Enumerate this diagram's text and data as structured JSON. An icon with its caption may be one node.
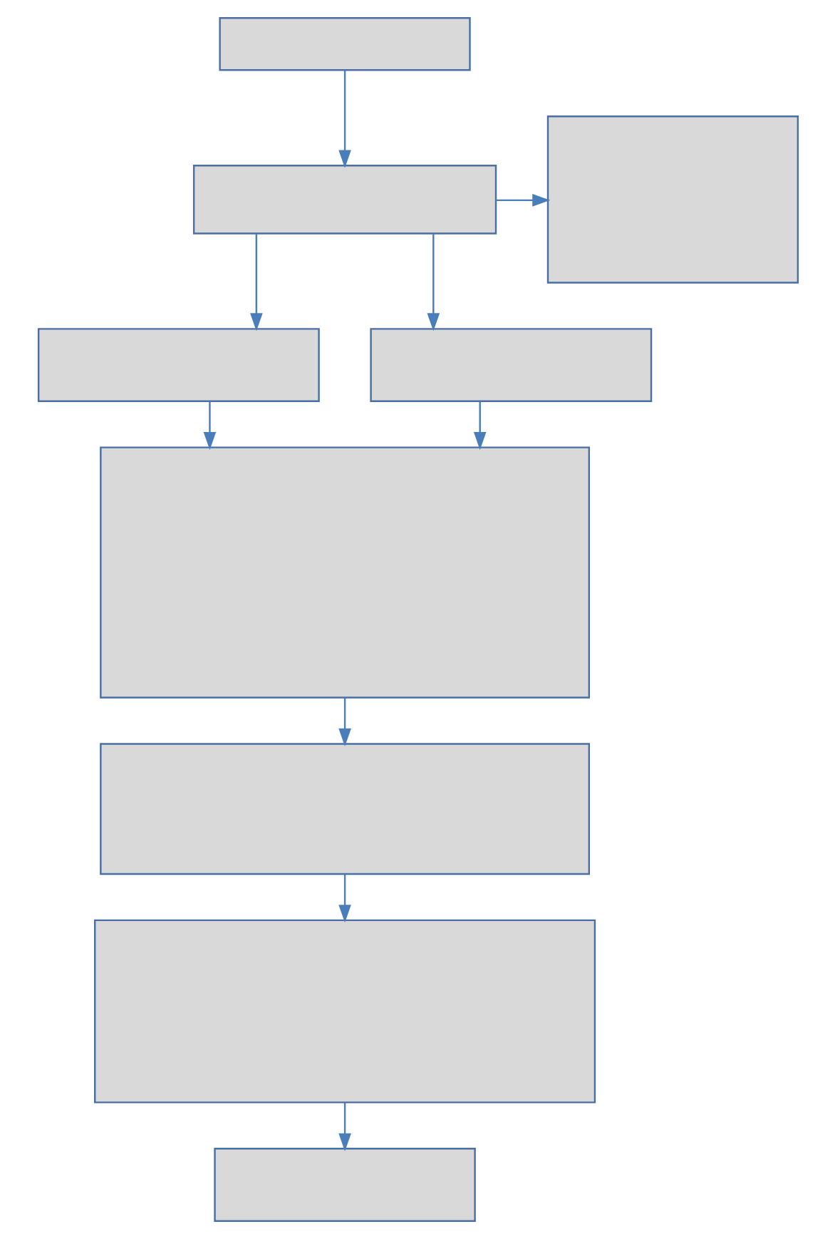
{
  "diagram": {
    "nodes": [
      {
        "text": [],
        "shape": "box"
      },
      {
        "text": [],
        "shape": "box"
      },
      {
        "text": [],
        "shape": "box"
      },
      {
        "text": [],
        "shape": "box"
      },
      {
        "text": [],
        "shape": "box"
      },
      {
        "text": [],
        "shape": "box"
      },
      {
        "text": [],
        "shape": "box"
      },
      {
        "text": [],
        "shape": "box"
      },
      {
        "text": [],
        "shape": "box"
      }
    ],
    "edges": [
      {
        "from": 0,
        "to": 1,
        "arrow": "to"
      },
      {
        "from": 1,
        "to": 2,
        "arrow": "to"
      },
      {
        "from": 1,
        "to": 3,
        "arrow": "to"
      },
      {
        "from": 1,
        "to": 4,
        "arrow": "to"
      },
      {
        "from": 3,
        "to": 5,
        "arrow": "to"
      },
      {
        "from": 4,
        "to": 5,
        "arrow": "to"
      },
      {
        "from": 5,
        "to": 6,
        "arrow": "to"
      },
      {
        "from": 6,
        "to": 7,
        "arrow": "to"
      },
      {
        "from": 7,
        "to": 8,
        "arrow": "to"
      }
    ]
  }
}
